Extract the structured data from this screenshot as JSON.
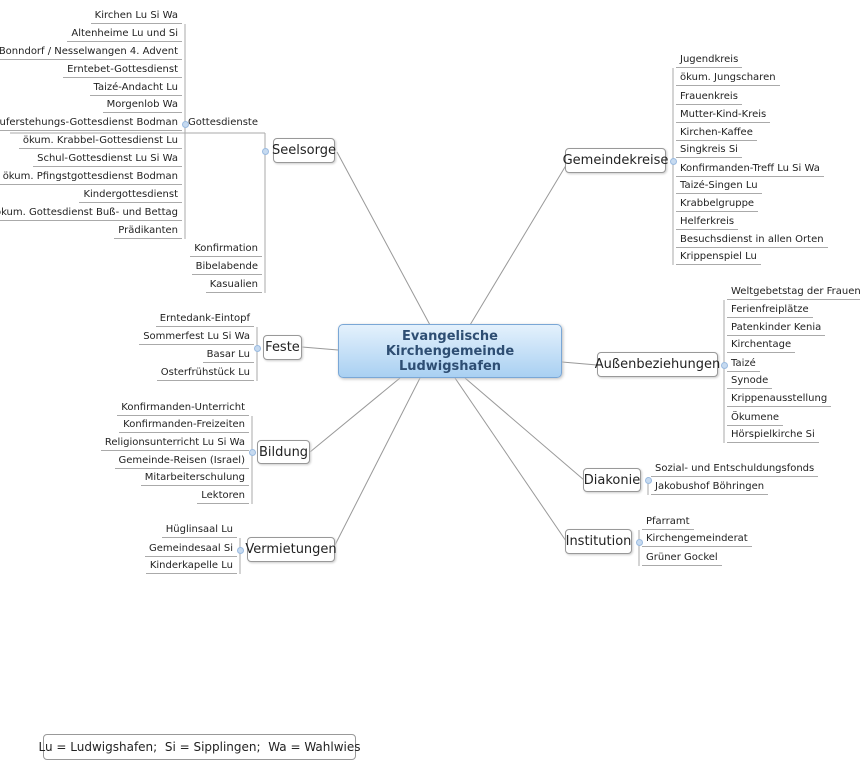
{
  "central": {
    "line1": "Evangelische Kirchengemeinde",
    "line2": "Ludwigshafen"
  },
  "legend": "Lu = Ludwigshafen;  Si = Sipplingen;  Wa = Wahlwies",
  "branches": {
    "seelsorge": {
      "label": "Seelsorge",
      "children": [
        "Gottesdienste",
        "Konfirmation",
        "Bibelabende",
        "Kasualien"
      ]
    },
    "gottesdienste": {
      "label": "Gottesdienste",
      "children": [
        "Kirchen Lu Si Wa",
        "Altenheime Lu und Si",
        "Bonndorf / Nesselwangen 4. Advent",
        "Erntebet-Gottesdienst",
        "Taizé-Andacht Lu",
        "Morgenlob Wa",
        "Auferstehungs-Gottesdienst Bodman",
        "ökum. Krabbel-Gottesdienst Lu",
        "Schul-Gottesdienst Lu Si Wa",
        "ökum. Pfingstgottesdienst Bodman",
        "Kindergottesdienst",
        "ökum. Gottesdienst Buß- und Bettag",
        "Prädikanten"
      ]
    },
    "gemeindekreise": {
      "label": "Gemeindekreise",
      "children": [
        "Jugendkreis",
        "ökum. Jungscharen",
        "Frauenkreis",
        "Mutter-Kind-Kreis",
        "Kirchen-Kaffee",
        "Singkreis Si",
        "Konfirmanden-Treff Lu Si Wa",
        "Taizé-Singen Lu",
        "Krabbelgruppe",
        "Helferkreis",
        "Besuchsdienst in allen Orten",
        "Krippenspiel Lu"
      ]
    },
    "aussenbeziehungen": {
      "label": "Außenbeziehungen",
      "children": [
        "Weltgebetstag der Frauen",
        "Ferienfreiplätze",
        "Patenkinder Kenia",
        "Kirchentage",
        "Taizé",
        "Synode",
        "Krippenausstellung",
        "Ökumene",
        "Hörspielkirche Si"
      ]
    },
    "diakonie": {
      "label": "Diakonie",
      "children": [
        "Sozial- und Entschuldungsfonds",
        "Jakobushof Böhringen"
      ]
    },
    "institution": {
      "label": "Institution",
      "children": [
        "Pfarramt",
        "Kirchengemeinderat",
        "Grüner Gockel"
      ]
    },
    "feste": {
      "label": "Feste",
      "children": [
        "Erntedank-Eintopf",
        "Sommerfest Lu Si Wa",
        "Basar Lu",
        "Osterfrühstück Lu"
      ]
    },
    "bildung": {
      "label": "Bildung",
      "children": [
        "Konfirmanden-Unterricht",
        "Konfirmanden-Freizeiten",
        "Religionsunterricht Lu Si Wa",
        "Gemeinde-Reisen (Israel)",
        "Mitarbeiterschulung",
        "Lektoren"
      ]
    },
    "vermietungen": {
      "label": "Vermietungen",
      "children": [
        "Hüglinsaal Lu",
        "Gemeindesaal Si",
        "Kinderkapelle Lu"
      ]
    }
  }
}
